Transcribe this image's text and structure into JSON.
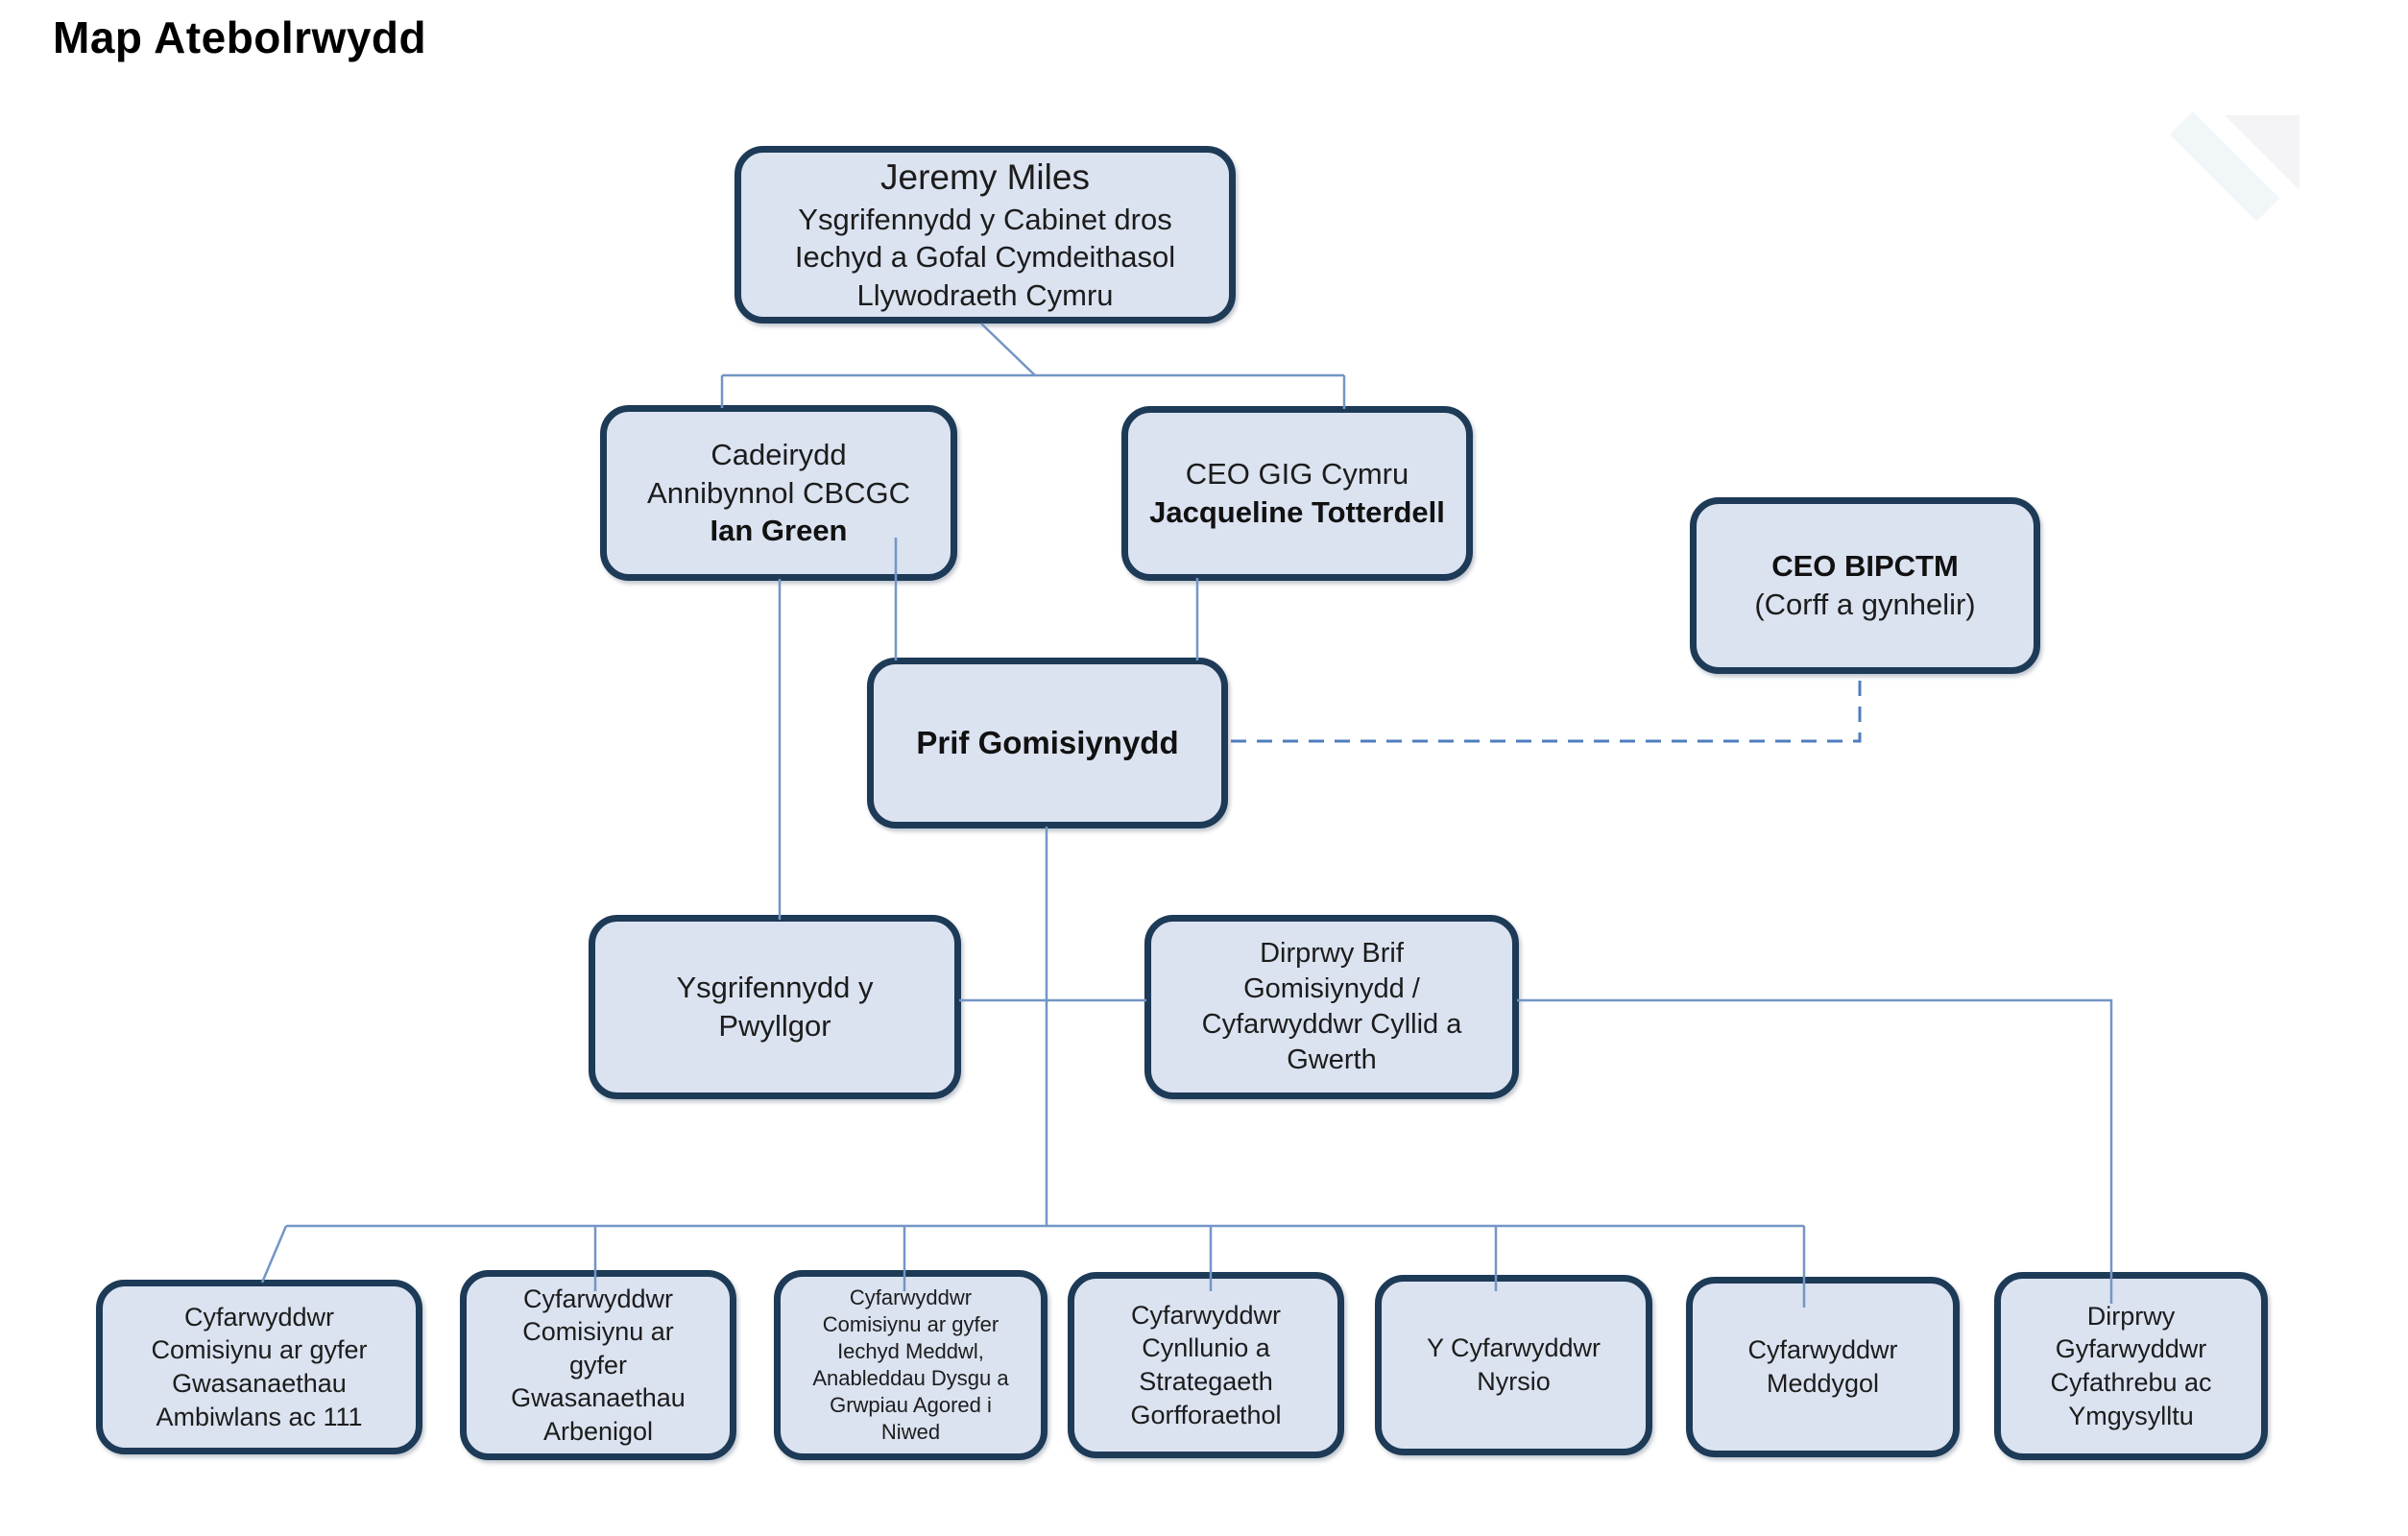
{
  "title": "Map Atebolrwydd",
  "colors": {
    "box_fill": "#dbe2f0",
    "box_border": "#1d3a57",
    "connector": "#7396c5",
    "dashed_connector": "#4f7dbe"
  },
  "nodes": {
    "jeremy": {
      "lines": [
        "Jeremy Miles",
        "Ysgrifennydd y Cabinet dros",
        "Iechyd a Gofal Cymdeithasol",
        "Llywodraeth Cymru"
      ]
    },
    "cadeirydd": {
      "lines": [
        "Cadeirydd",
        "Annibynnol CBCGC",
        "Ian Green"
      ]
    },
    "ceo_gig": {
      "lines": [
        "CEO GIG Cymru",
        "Jacqueline Totterdell"
      ]
    },
    "ceo_bipctm": {
      "lines": [
        "CEO BIPCTM",
        "(Corff a gynhelir)"
      ]
    },
    "prif": {
      "lines": [
        "Prif Gomisiynydd"
      ]
    },
    "ysgrifennydd": {
      "lines": [
        "Ysgrifennydd y",
        "Pwyllgor"
      ]
    },
    "dirprwy": {
      "lines": [
        "Dirprwy Brif",
        "Gomisiynydd /",
        "Cyfarwyddwr Cyllid a",
        "Gwerth"
      ]
    },
    "b1": {
      "lines": [
        "Cyfarwyddwr",
        "Comisiynu ar gyfer",
        "Gwasanaethau",
        "Ambiwlans ac 111"
      ]
    },
    "b2": {
      "lines": [
        "Cyfarwyddwr",
        "Comisiynu ar",
        "gyfer",
        "Gwasanaethau",
        "Arbenigol"
      ]
    },
    "b3": {
      "lines": [
        "Cyfarwyddwr",
        "Comisiynu ar gyfer",
        "Iechyd Meddwl,",
        "Anableddau Dysgu a",
        "Grwpiau Agored i",
        "Niwed"
      ]
    },
    "b4": {
      "lines": [
        "Cyfarwyddwr",
        "Cynllunio a",
        "Strategaeth",
        "Gorfforaethol"
      ]
    },
    "b5": {
      "lines": [
        "Y Cyfarwyddwr",
        "Nyrsio"
      ]
    },
    "b6": {
      "lines": [
        "Cyfarwyddwr",
        "Meddygol"
      ]
    },
    "b7": {
      "lines": [
        "Dirprwy",
        "Gyfarwyddwr",
        "Cyfathrebu ac",
        "Ymgysylltu"
      ]
    }
  }
}
